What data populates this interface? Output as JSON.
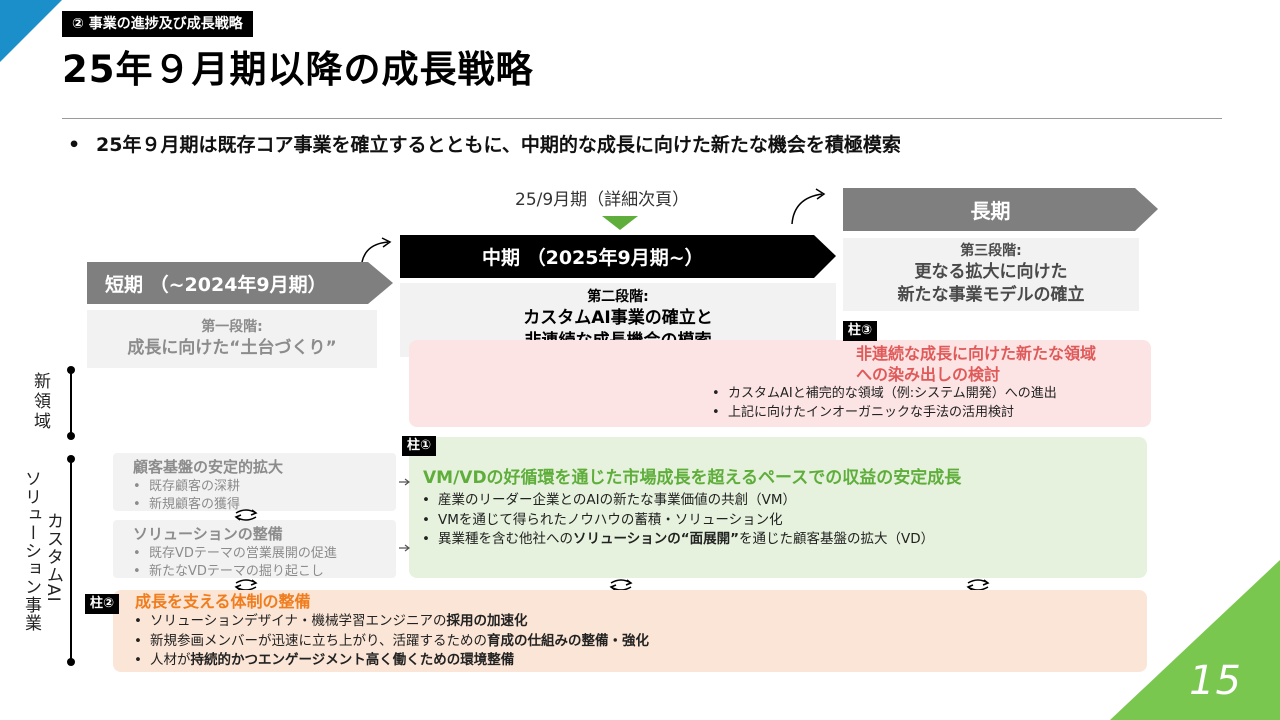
{
  "section_tag": "② 事業の進捗及び成長戦略",
  "title": "25年９月期以降の成長戦略",
  "bullet": "25年９月期は既存コア事業を確立するとともに、中期的な成長に向けた新たな機会を積極模索",
  "bullet_marker": "•",
  "period_note": "25/9月期（詳細次頁）",
  "phases": {
    "short": {
      "label": "短期 （~2024年9月期）",
      "stage": "第一段階:",
      "text": "成長に向けた“土台づくり”"
    },
    "mid": {
      "label": "中期 （2025年9月期~）",
      "stage": "第二段階:",
      "text1": "カスタムAI事業の確立と",
      "text2": "非連続な成長機会の模索"
    },
    "long": {
      "label": "長期",
      "stage": "第三段階:",
      "text1": "更なる拡大に向けた",
      "text2": "新たな事業モデルの確立"
    }
  },
  "axis": {
    "new_domain": "新領域",
    "custom_ai": "カスタムAI",
    "solution_business": "ソリューション事業"
  },
  "pillar3": {
    "tag": "柱③",
    "title1": "非連続な成長に向けた新たな領域",
    "title2": "への染み出しの検討",
    "items": [
      "カスタムAIと補完的な領域（例:システム開発）への進出",
      "上記に向けたインオーガニックな手法の活用検討"
    ]
  },
  "pillar1": {
    "tag": "柱①",
    "title": "VM/VDの好循環を通じた市場成長を超えるペースでの収益の安定成長",
    "items": [
      "産業のリーダー企業とのAIの新たな事業価値の共創（VM）",
      "VMを通じて得られたノウハウの蓄積・ソリューション化"
    ],
    "item3_pre": "異業種を含む他社への",
    "item3_bold": "ソリューションの“面展開”",
    "item3_post": "を通じた顧客基盤の拡大（VD）"
  },
  "gray_cards": {
    "customer": {
      "title": "顧客基盤の安定的拡大",
      "items": [
        "既存顧客の深耕",
        "新規顧客の獲得"
      ]
    },
    "solution": {
      "title": "ソリューションの整備",
      "items": [
        "既存VDテーマの営業展開の促進",
        "新たなVDテーマの掘り起こし"
      ]
    }
  },
  "pillar2": {
    "tag": "柱②",
    "title": "成長を支える体制の整備",
    "item1_pre": "ソリューションデザイナ・機械学習エンジニアの",
    "item1_bold": "採用の加速化",
    "item2_pre": "新規参画メンバーが迅速に立ち上がり、活躍するための",
    "item2_bold": "育成の仕組みの整備・強化",
    "item3_pre": "人材が",
    "item3_bold": "持続的かつエンゲージメント高く働くための環境整備"
  },
  "page_number": "15",
  "colors": {
    "accent_blue": "#1a8fc9",
    "accent_green": "#7ac74f",
    "pillar1_green": "#5fae3c",
    "pillar2_orange": "#f07c1c",
    "pillar3_red": "#e05a5a"
  },
  "icons": [
    "cycle-arrows-icon",
    "curved-arrow-icon",
    "arrow-right-icon"
  ]
}
